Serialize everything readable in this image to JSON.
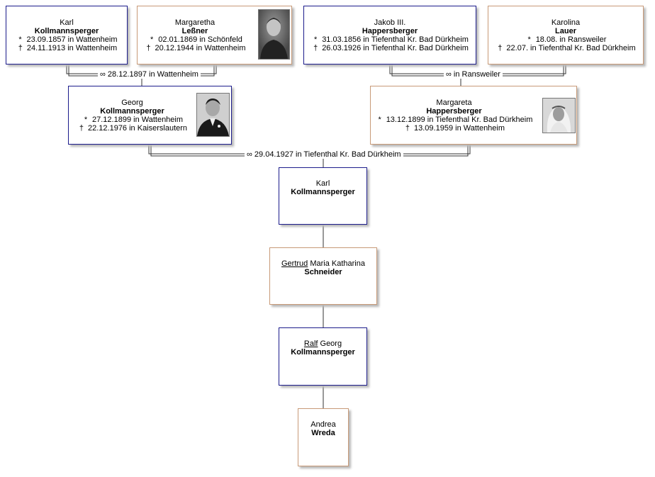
{
  "great_grandparents": [
    {
      "given": "Karl",
      "surname": "Kollmannsperger",
      "birth": "23.09.1857 in Wattenheim",
      "death": "24.11.1913 in Wattenheim"
    },
    {
      "given": "Margaretha",
      "surname": "Leßner",
      "birth": "02.01.1869 in Schönfeld",
      "death": "20.12.1944 in Wattenheim"
    },
    {
      "given": "Jakob III.",
      "surname": "Happersberger",
      "birth": "31.03.1856 in Tiefenthal Kr. Bad Dürkheim",
      "death": "26.03.1926 in Tiefenthal Kr. Bad Dürkheim"
    },
    {
      "given": "Karolina",
      "surname": "Lauer",
      "birth": "18.08. in Ransweiler",
      "death": "22.07. in Tiefenthal Kr. Bad Dürkheim"
    }
  ],
  "grandparents": [
    {
      "given": "Georg",
      "surname": "Kollmannsperger",
      "birth": "27.12.1899 in Wattenheim",
      "death": "22.12.1976 in Kaiserslautern"
    },
    {
      "given": "Margareta",
      "surname": "Happersberger",
      "birth": "13.12.1899 in Tiefenthal Kr. Bad Dürkheim",
      "death": "13.09.1959 in Wattenheim"
    }
  ],
  "marriages": {
    "left": "28.12.1897 in Wattenheim",
    "right": "in Ransweiler",
    "middle": "29.04.1927 in Tiefenthal Kr. Bad Dürkheim"
  },
  "descendants": [
    {
      "given_underlined": "",
      "given_rest": "Karl",
      "surname": "Kollmannsperger"
    },
    {
      "given_underlined": "Gertrud",
      "given_rest": " Maria Katharina",
      "surname": "Schneider"
    },
    {
      "given_underlined": "Ralf",
      "given_rest": " Georg",
      "surname": "Kollmannsperger"
    },
    {
      "given_underlined": "",
      "given_rest": "Andrea",
      "surname": "Wreda"
    }
  ],
  "symbols": {
    "birth": "*",
    "death": "†",
    "marriage": "∞"
  },
  "colors": {
    "male_border": "#1c1c8c",
    "female_border": "#c89a78",
    "line": "#333333"
  }
}
